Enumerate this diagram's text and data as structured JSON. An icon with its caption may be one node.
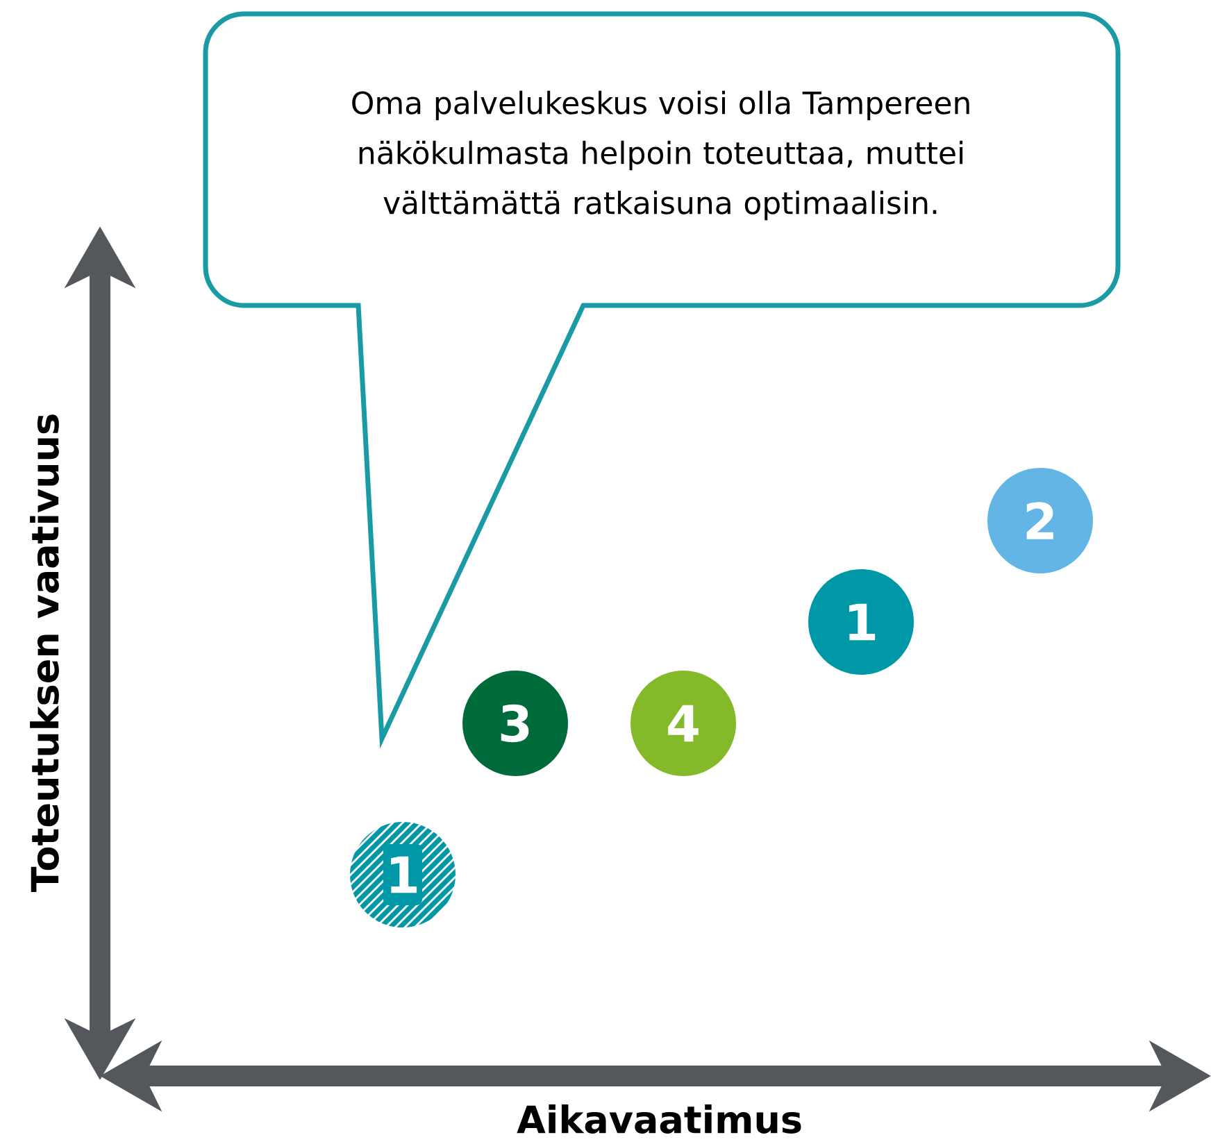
{
  "diagram": {
    "nodes": [
      {
        "text": [
          "Oma palvelukeskus voisi olla Tampereen näkökulmasta helpoin toteuttaa, muttei välttämättä ratkaisuna optimaalisin."
        ]
      },
      {
        "text": [
          "1"
        ]
      },
      {
        "text": [
          "3"
        ]
      },
      {
        "text": [
          "4"
        ]
      },
      {
        "text": [
          "1"
        ]
      },
      {
        "text": [
          "2"
        ]
      }
    ],
    "labels": [
      "Toteutuksen vaativuus",
      "Aikavaatimus"
    ]
  }
}
